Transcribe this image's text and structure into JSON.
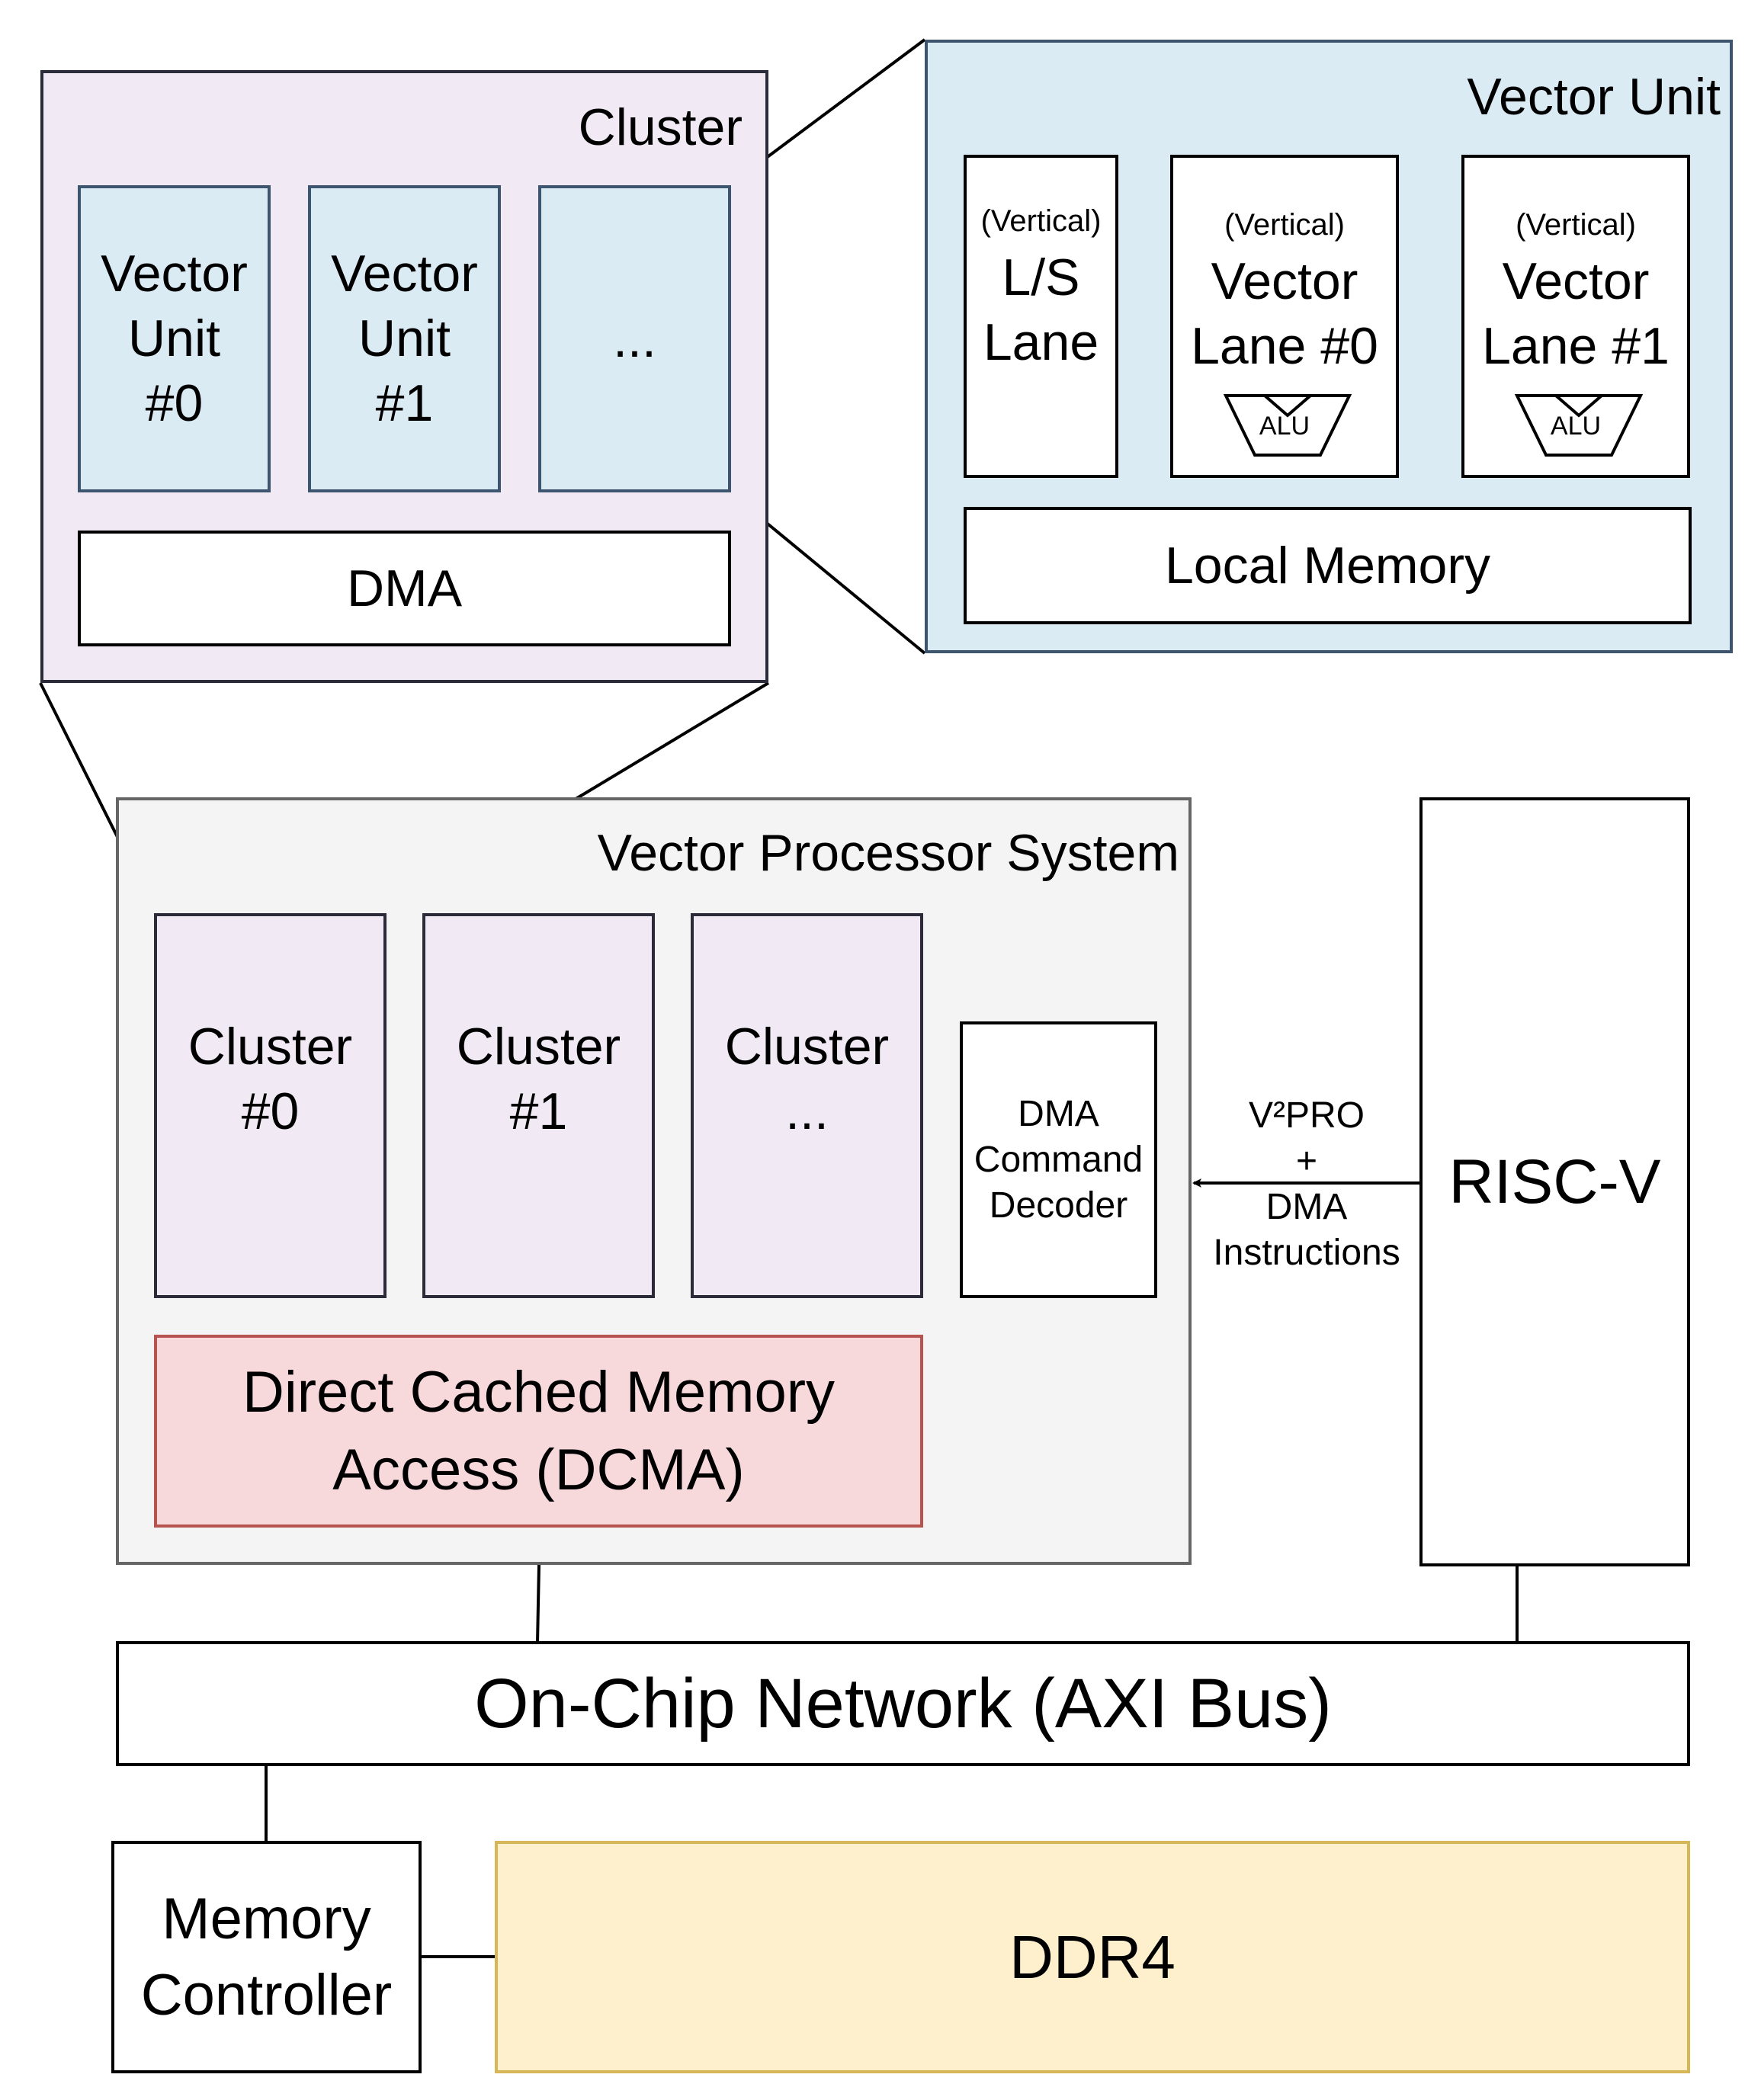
{
  "colors": {
    "cluster_fill": "#f1eaf5",
    "vector_unit_fill": "#dbebf4",
    "system_fill": "#f4f4f4",
    "dcma_fill": "#f7d9dc",
    "dcma_border": "#b85450",
    "ddr4_fill": "#fef0cc",
    "ddr4_border": "#d6b656",
    "dark_border": "#2b2b3a",
    "blue_border": "#3e5570"
  },
  "cluster_zoom": {
    "title": "Cluster",
    "units": [
      {
        "line1": "Vector",
        "line2": "Unit",
        "line3": "#0"
      },
      {
        "line1": "Vector",
        "line2": "Unit",
        "line3": "#1"
      },
      {
        "line1": "..."
      }
    ],
    "dma": "DMA"
  },
  "vector_unit_zoom": {
    "title": "Vector Unit",
    "lanes": [
      {
        "tag": "(Vertical)",
        "line1": "L/S",
        "line2": "Lane"
      },
      {
        "tag": "(Vertical)",
        "line1": "Vector",
        "line2": "Lane #0",
        "alu": "ALU"
      },
      {
        "tag": "(Vertical)",
        "line1": "Vector",
        "line2": "Lane #1",
        "alu": "ALU"
      }
    ],
    "local_memory": "Local Memory"
  },
  "system": {
    "title": "Vector Processor System",
    "clusters": [
      {
        "line1": "Cluster",
        "line2": "#0"
      },
      {
        "line1": "Cluster",
        "line2": "#1"
      },
      {
        "line1": "Cluster",
        "line2": "..."
      }
    ],
    "dma_decoder": {
      "line1": "DMA",
      "line2": "Command",
      "line3": "Decoder"
    },
    "dcma": {
      "line1": "Direct Cached Memory",
      "line2": "Access (DCMA)"
    }
  },
  "instructions_label": {
    "line1": "V²PRO",
    "line2": "+",
    "line3": "DMA",
    "line4": "Instructions"
  },
  "riscv": "RISC-V",
  "network": "On-Chip Network (AXI Bus)",
  "memory_controller": {
    "line1": "Memory",
    "line2": "Controller"
  },
  "ddr4": "DDR4"
}
